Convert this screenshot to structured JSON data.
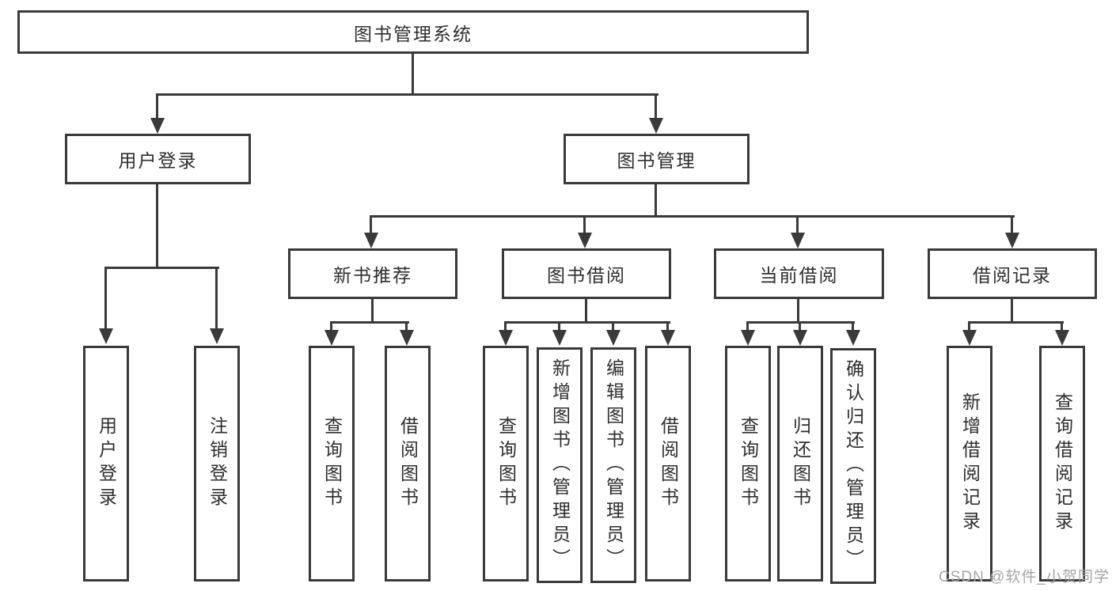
{
  "diagram": {
    "type": "hierarchy-tree",
    "tree": {
      "root": {
        "label": "图书管理系统"
      },
      "level1": [
        {
          "label": "用户登录"
        },
        {
          "label": "图书管理"
        }
      ],
      "level2": [
        {
          "label": "新书推荐"
        },
        {
          "label": "图书借阅"
        },
        {
          "label": "当前借阅"
        },
        {
          "label": "借阅记录"
        }
      ],
      "leaves": {
        "user_login": [
          {
            "label": "用户登录"
          },
          {
            "label": "注销登录"
          }
        ],
        "new_book": [
          {
            "label": "查询图书"
          },
          {
            "label": "借阅图书"
          }
        ],
        "book_borrow": [
          {
            "label": "查询图书"
          },
          {
            "label": "新增图书（管理员）"
          },
          {
            "label": "编辑图书（管理员）"
          },
          {
            "label": "借阅图书"
          }
        ],
        "current_borrow": [
          {
            "label": "查询图书"
          },
          {
            "label": "归还图书"
          },
          {
            "label": "确认归还（管理员）"
          }
        ],
        "borrow_record": [
          {
            "label": "新增借阅记录"
          },
          {
            "label": "查询借阅记录"
          }
        ]
      }
    },
    "colors": {
      "line": "#3a3a3a",
      "background": "#ffffff",
      "watermark_text": "#a6a6a6"
    }
  },
  "watermark": {
    "text": "CSDN @软件_小贺同学"
  }
}
